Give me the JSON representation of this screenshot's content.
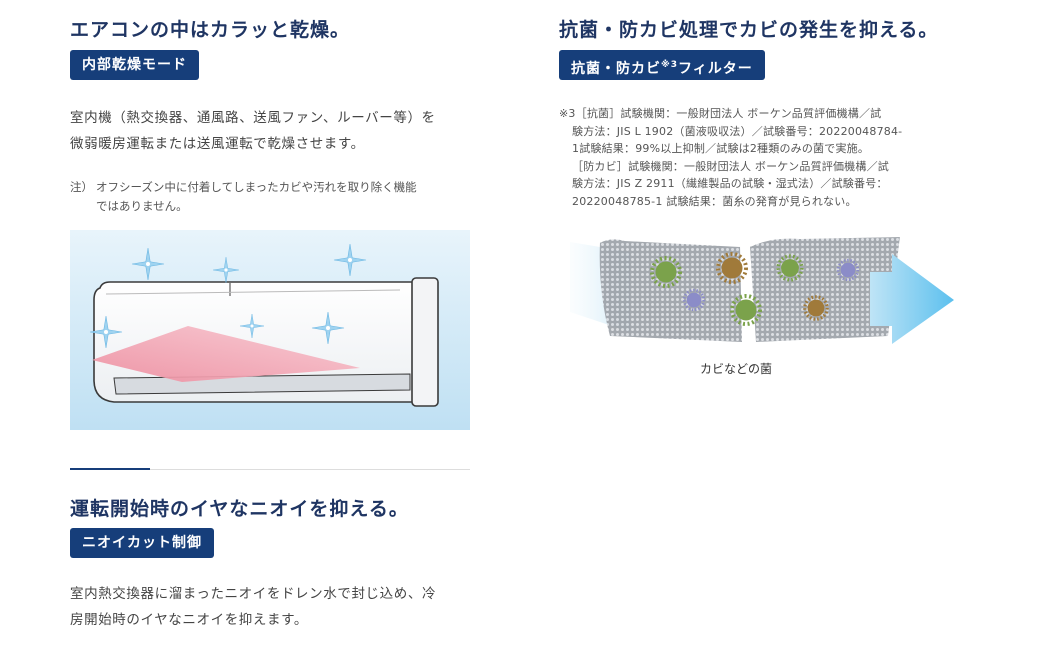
{
  "left": {
    "dry": {
      "heading": "エアコンの中はカラッと乾燥。",
      "badge": "内部乾燥モード",
      "body_line1": "室内機（熱交換器、通風路、送風ファン、ルーバー等）を",
      "body_line2": "微弱暖房運転または送風運転で乾燥させます。",
      "note_prefix": "注）",
      "note_line1": "オフシーズン中に付着してしまったカビや汚れを取り除く機能",
      "note_line2": "ではありません。"
    },
    "odor": {
      "heading": "運転開始時のイヤなニオイを抑える。",
      "badge": "ニオイカット制御",
      "body_line1": "室内熱交換器に溜まったニオイをドレン水で封じ込め、冷",
      "body_line2": "房開始時のイヤなニオイを抑えます。"
    }
  },
  "right": {
    "heading": "抗菌・防カビ処理でカビの発生を抑える。",
    "badge_text": "抗菌・防カビ",
    "badge_sup": "※3",
    "badge_suffix": "フィルター",
    "footnote_line1": "※3［抗菌］試験機関：一般財団法人 ボーケン品質評価機構／試",
    "footnote_line2": "験方法：JIS L 1902（菌液吸収法）／試験番号：20220048784-",
    "footnote_line3": "1試験結果：99%以上抑制／試験は2種類のみの菌で実施。",
    "footnote_line4": "［防カビ］試験機関：一般財団法人 ボーケン品質評価機構／試",
    "footnote_line5": "験方法：JIS Z 2911（繊維製品の試験・湿式法）／試験番号：",
    "footnote_line6": "20220048785-1 試験結果：菌糸の発育が見られない。",
    "caption": "カビなどの菌"
  },
  "colors": {
    "heading": "#1f3563",
    "badge": "#163e7a",
    "sky_gradient_top": "#e8f4fb",
    "sky_gradient_bottom": "#bfe0f3",
    "airflow_pink": "#ee8ea0",
    "arrow_blue": "#5cc0ee"
  },
  "icons": {
    "sparkle": "sparkle-icon",
    "germ": "germ-icon",
    "arrow": "airflow-arrow-icon"
  }
}
